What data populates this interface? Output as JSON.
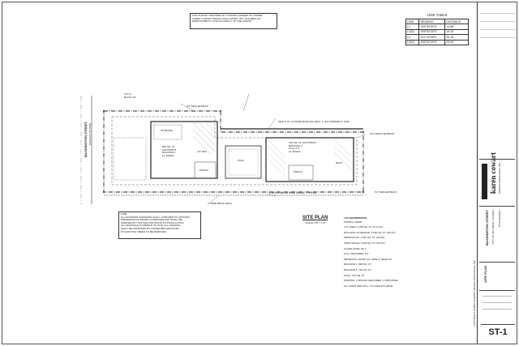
{
  "top_note": {
    "lines": [
      "SITE SURVEY PROVIDED BY TOWARD COWARD OF OWNER",
      "KAREN COWART DESIGN ASSOCIATES, INC. ASSUMES NO",
      "RESPONSIBILITY FOR ACCURACY OF THE SURVEY"
    ]
  },
  "line_table": {
    "title": "LINE TABLE",
    "headers": [
      "LINE",
      "BEARING",
      "DISTANCE"
    ],
    "rows": [
      [
        "L1",
        "S09°26'59\"E",
        "14.88'"
      ],
      [
        "L1(D)",
        "S09°52'30\"E",
        "14.10'"
      ],
      [
        "L2",
        "S11°29'58\"E",
        "26.15'"
      ],
      [
        "L2(D)",
        "S09°52'30\"E",
        "25.00'"
      ]
    ]
  },
  "plan": {
    "street": "WASHINGTON STREET",
    "street_sub": "(ASPHALT, 50' R/W)",
    "lot_labels": [
      "LOT 8",
      "BLOCK 18"
    ],
    "footprint_1": [
      "890 SQ. FT.",
      "FOOTPRINT",
      "BUILDING 1",
      "12' EAVES"
    ],
    "footprint_2": [
      "792 SQ. FT. FOOTPRINT",
      "BUILDING 2",
      "F.F.E. 9.0'",
      "12' EAVES"
    ],
    "pool": "POOL",
    "porch_1": "PORCH",
    "porch_2": "PORCH",
    "storage": "STORAGE",
    "deck": "DECK",
    "ac": "A/C PAD",
    "concrete_wall": "NEW 8' HT. CONCRETE BLOCK WALL 4' OFF PROPERTY LINE",
    "fence": "6' BLACK METAL WIRE FENCE - TYPICAL",
    "side_setback_left": "5.0' SIDE SETBACK",
    "side_setback_right": "5.0' SIDE SETBACK",
    "rear_setback": "10.0' REAR SETBACK",
    "walk": "4' WIDE BRICK WALK"
  },
  "site_plan_title": "SITE PLAN",
  "site_plan_scale": "SCALE: 1/8\" = 1'-0\"",
  "left_notes": {
    "header": "# 1/8",
    "lines": [
      "ALL EXTERIOR SURFACES SHALL CONFORM TO HISTORIC",
      "PRESERVATION BOARD GUIDELINES AND SHALL BE",
      "VERIFIED BY CONTRACTOR PRIOR TO INSTALLATION",
      "ALL DRAINAGE TO REMAIN ON SITE. ALL GRADING",
      "SHALL BE APPROVED BY OWNER BEFORE WORK.",
      "NO EXISTING TREES TO BE REMOVED"
    ]
  },
  "right_notes": {
    "header": "LOT INFORMATION:",
    "lines": [
      "ZONING: HMDR",
      "LOT AREA: 4,788 SQ. FT. (0.11 AC)",
      "BUILDING COVERAGE: 1,682 SQ. FT. (35.1%)",
      "IMPERVIOUS: 2,390 SQ. FT. (49.9%)",
      "OPEN SPACE: 2,398 SQ. FT. (50.1%)",
      "FLOOD ZONE: AE 7",
      "F.F.E. REQUIRED: 9.0'",
      "SETBACKS: FRONT 10', SIDE 5', REAR 10'",
      "BUILDING 1: 890 SQ. FT.",
      "BUILDING 2: 792 SQ. FT.",
      "POOL: 270 SQ. FT.",
      "PARKING: 2 SPACES REQUIRED / 2 PROVIDED",
      "ALL WORK PER F.B.C. 7TH EDITION (2020)"
    ]
  },
  "titleblock": {
    "firm_name": "karen cowart",
    "firm_sub": "DESIGN ASSOCIATES, INC.",
    "project": [
      "WASHINGTON STREET",
      "CITY OF KEY WEST, FLORIDA",
      "KYLE MANSEY"
    ],
    "drawing_title": "SITE PLAN",
    "sheet_number": "ST-1",
    "copyright": "COPYRIGHT KAREN COWART DESIGN ASSOCIATES, INC."
  }
}
